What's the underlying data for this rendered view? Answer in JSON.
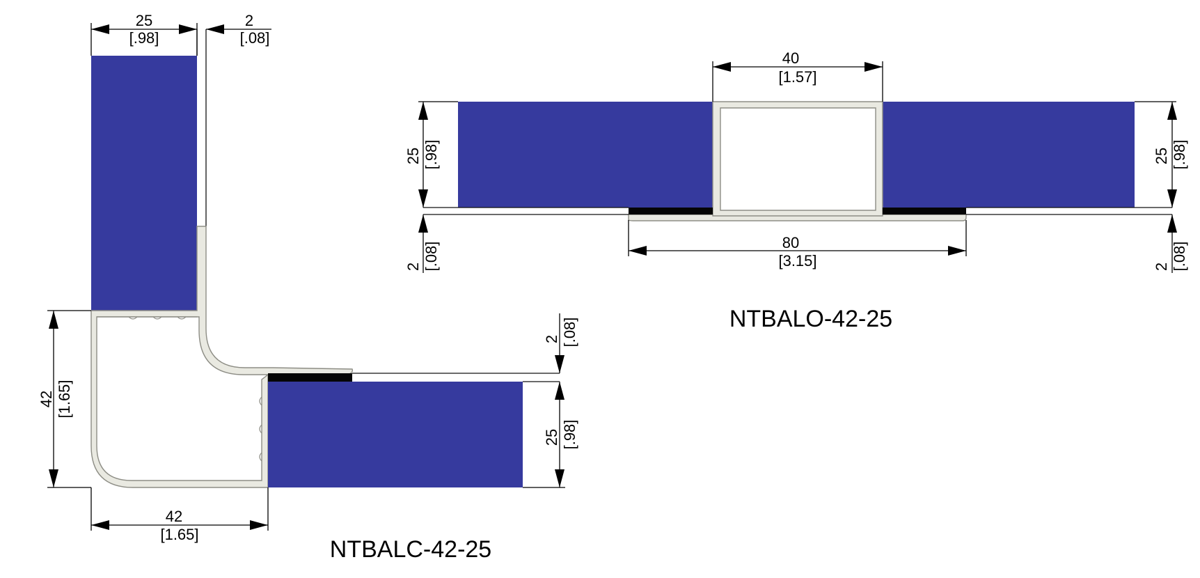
{
  "colors": {
    "tile": "#363a9e",
    "trim": "#e9e9e1",
    "adhesive": "#050505",
    "line": "#000000"
  },
  "profile_corner": {
    "title": "NTBALC-42-25",
    "dims": {
      "top_width": {
        "mm": "25",
        "in": "[.98]"
      },
      "top_thickness": {
        "mm": "2",
        "in": "[.08]"
      },
      "left_height": {
        "mm": "42",
        "in": "[1.65]"
      },
      "bottom_width": {
        "mm": "42",
        "in": "[1.65]"
      },
      "right_thickness": {
        "mm": "2",
        "in": "[.08]"
      },
      "right_height": {
        "mm": "25",
        "in": "[.98]"
      }
    }
  },
  "profile_straight": {
    "title": "NTBALO-42-25",
    "dims": {
      "top_width": {
        "mm": "40",
        "in": "[1.57]"
      },
      "left_height": {
        "mm": "25",
        "in": "[.98]"
      },
      "right_height": {
        "mm": "25",
        "in": "[.98]"
      },
      "left_thickness": {
        "mm": "2",
        "in": "[.08]"
      },
      "right_thickness": {
        "mm": "2",
        "in": "[.08]"
      },
      "bottom_width": {
        "mm": "80",
        "in": "[3.15]"
      }
    }
  }
}
